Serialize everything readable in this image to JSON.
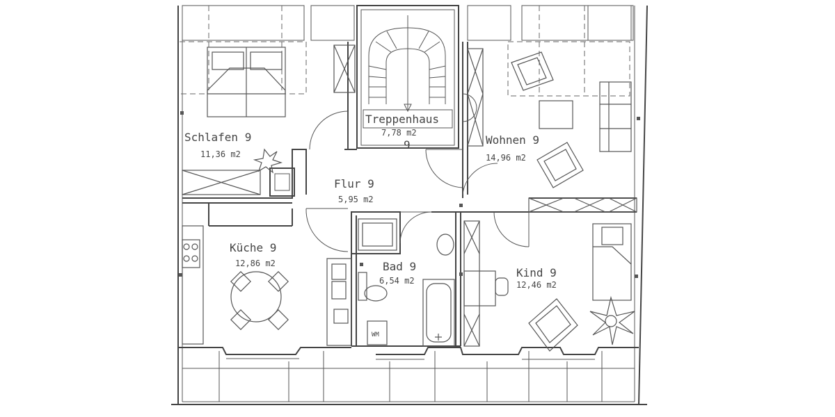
{
  "rooms": {
    "schlafen": {
      "name": "Schlafen 9",
      "area": "11,36 m2"
    },
    "treppenhaus": {
      "name": "Treppenhaus",
      "area": "7,78 m2"
    },
    "wohnen": {
      "name": "Wohnen 9",
      "area": "14,96 m2"
    },
    "flur": {
      "name": "Flur 9",
      "area": "5,95 m2"
    },
    "kueche": {
      "name": "Küche 9",
      "area": "12,86 m2"
    },
    "bad": {
      "name": "Bad 9",
      "area": "6,54 m2"
    },
    "kind": {
      "name": "Kind 9",
      "area": "12,46 m2"
    }
  },
  "stair_marker": "9",
  "appliances": {
    "washing_machine": "WM"
  }
}
